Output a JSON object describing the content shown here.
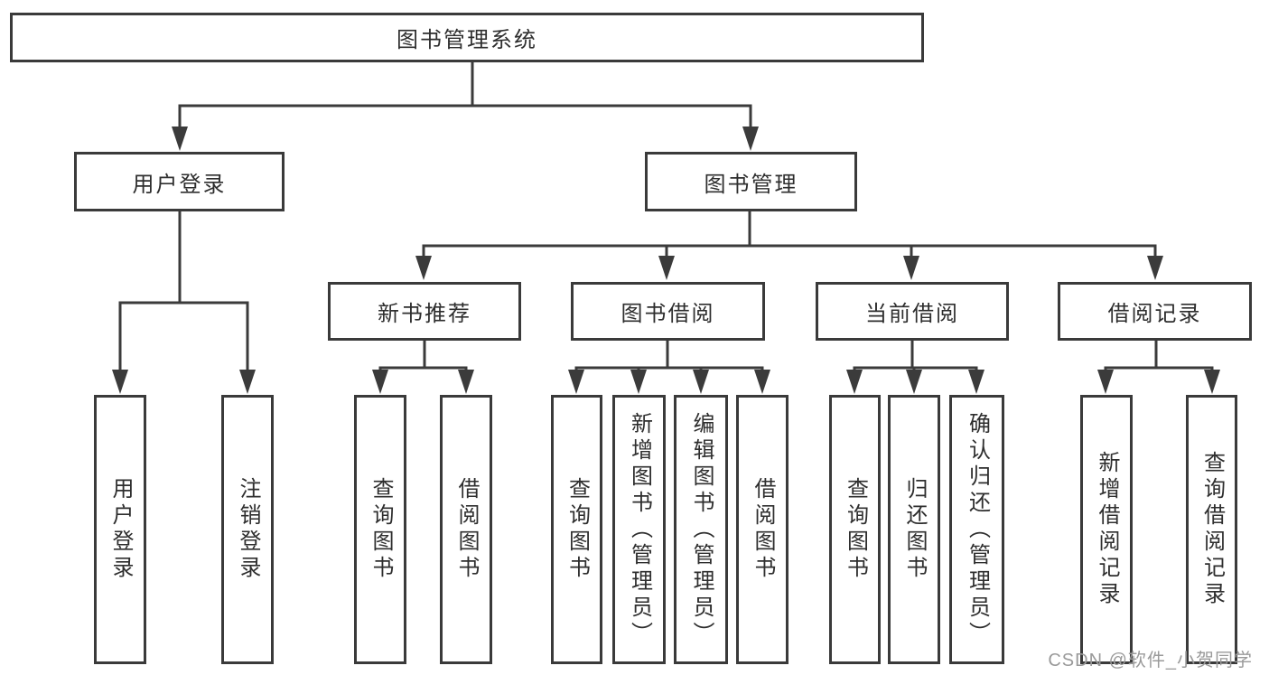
{
  "tree": {
    "label": "图书管理系统",
    "children": [
      {
        "label": "用户登录",
        "children": [
          {
            "label": "用户登录"
          },
          {
            "label": "注销登录"
          }
        ]
      },
      {
        "label": "图书管理",
        "children": [
          {
            "label": "新书推荐",
            "children": [
              {
                "label": "查询图书"
              },
              {
                "label": "借阅图书"
              }
            ]
          },
          {
            "label": "图书借阅",
            "children": [
              {
                "label": "查询图书"
              },
              {
                "label": "新增图书（管理员）"
              },
              {
                "label": "编辑图书（管理员）"
              },
              {
                "label": "借阅图书"
              }
            ]
          },
          {
            "label": "当前借阅",
            "children": [
              {
                "label": "查询图书"
              },
              {
                "label": "归还图书"
              },
              {
                "label": "确认归还（管理员）"
              }
            ]
          },
          {
            "label": "借阅记录",
            "children": [
              {
                "label": "新增借阅记录"
              },
              {
                "label": "查询借阅记录"
              }
            ]
          }
        ]
      }
    ]
  },
  "watermark": {
    "text": "CSDN @软件_小贺同学"
  },
  "colors": {
    "line": "#3b3b3b",
    "border": "#3a3a3a",
    "text": "#2e2e2e",
    "watermark": "#9a9a9a",
    "background": "#ffffff"
  }
}
